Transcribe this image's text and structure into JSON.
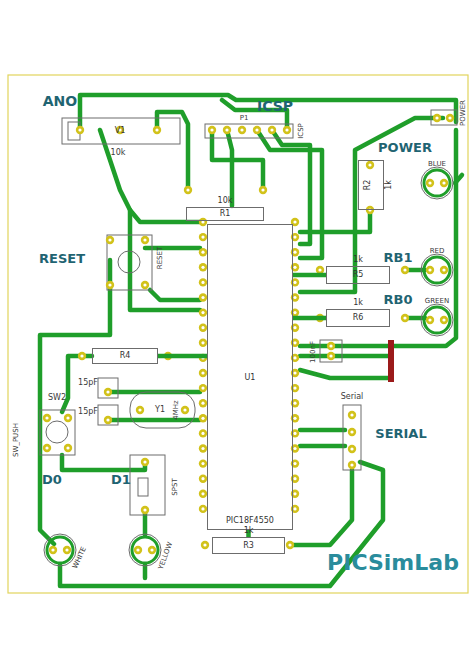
{
  "diagram": {
    "nodes": [
      {
        "text": [
          "U1",
          "PIC18F4550"
        ]
      },
      {
        "text": [
          "10k",
          "R1"
        ]
      },
      {
        "text": [
          "R2",
          "1k"
        ]
      },
      {
        "text": [
          "1k",
          "R5"
        ]
      },
      {
        "text": [
          "1k",
          "R6"
        ]
      },
      {
        "text": [
          "R4"
        ]
      },
      {
        "text": [
          "1k",
          "R3"
        ]
      }
    ],
    "edges": [
      {
        "from": 3,
        "to": 0,
        "arrow": "none"
      },
      {
        "from": 4,
        "to": 0,
        "arrow": "none"
      },
      {
        "from": 5,
        "to": 0,
        "arrow": "none"
      },
      {
        "from": 6,
        "to": 0,
        "arrow": "none"
      }
    ],
    "labels": [
      "ANO",
      "V1",
      "10k",
      "ICSP",
      "P1",
      "ICSP",
      "POWER",
      "POWER",
      "BLUE",
      "RESET",
      "RESET",
      "RB1",
      "RED",
      "RB0",
      "GREEN",
      "100nF",
      "15pF",
      "15pF",
      "Y1",
      "4MHz",
      "SW_PUSH",
      "SW2",
      "Serial",
      "SERIAL",
      "D0",
      "D1",
      "SPST",
      "WHITE",
      "YELLOW",
      "PICSimLab"
    ]
  }
}
